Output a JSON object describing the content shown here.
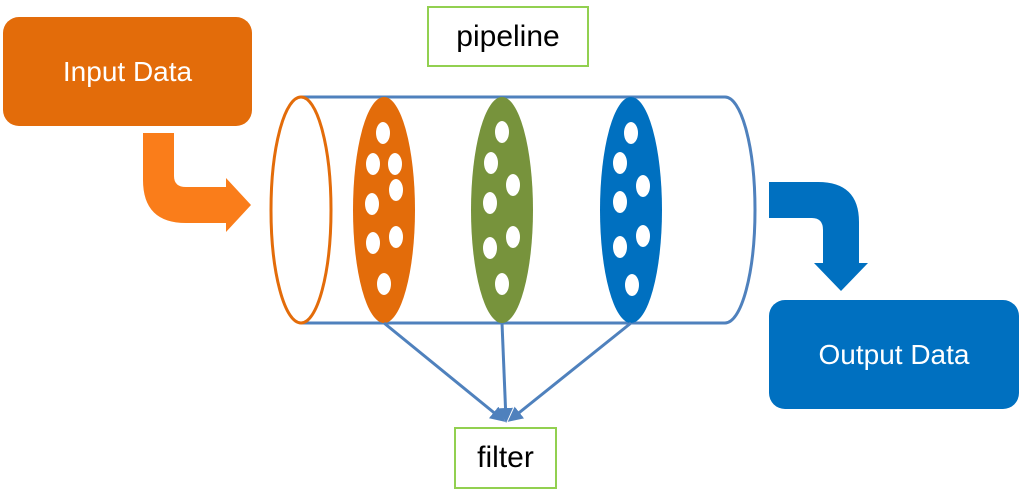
{
  "colors": {
    "input": "#e36c0a",
    "input_arrow": "#fa7d1a",
    "output": "#0070c0",
    "output_arrow": "#0070c0",
    "pipe_outline": "#4f81bd",
    "filter_orange": "#e36c0a",
    "filter_green": "#77933c",
    "filter_blue": "#0070c0",
    "label_border": "#92d050"
  },
  "nodes": {
    "input_label": "Input Data",
    "output_label": "Output Data",
    "pipeline_label": "pipeline",
    "filter_label": "filter"
  },
  "filters": [
    {
      "name": "filter-disk-orange",
      "color_key": "filter_orange"
    },
    {
      "name": "filter-disk-green",
      "color_key": "filter_green"
    },
    {
      "name": "filter-disk-blue",
      "color_key": "filter_blue"
    }
  ]
}
